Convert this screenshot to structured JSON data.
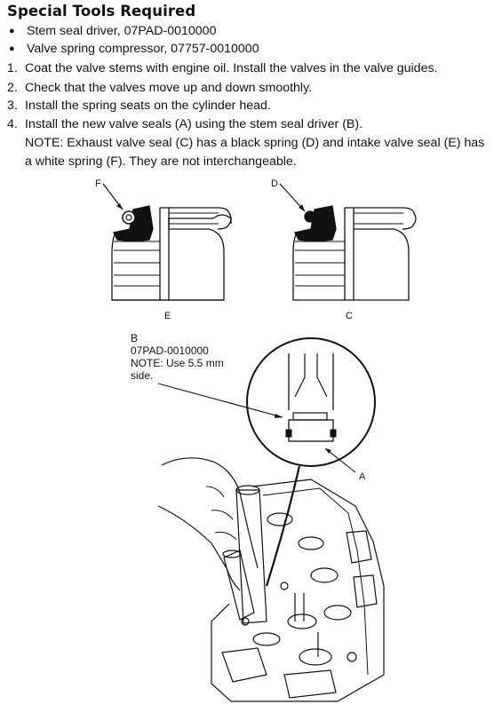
{
  "title": "Special Tools Required",
  "tools": [
    "Stem seal driver, 07PAD-0010000",
    "Valve spring compressor, 07757-0010000"
  ],
  "steps": [
    {
      "num": "1.",
      "text": "Coat the valve stems with engine oil. Install the valves in the valve guides."
    },
    {
      "num": "2.",
      "text": "Check that the valves move up and down smoothly."
    },
    {
      "num": "3.",
      "text": "Install the spring seats on the cylinder head."
    },
    {
      "num": "4.",
      "text": "Install the new valve seals (A) using the stem seal driver (B)."
    }
  ],
  "note_line1": "NOTE: Exhaust valve seal (C) has a black spring (D) and intake valve seal (E) has",
  "note_line2": "a white spring (F). They are not interchangeable.",
  "figure": {
    "label_f": "F",
    "label_d": "D",
    "label_e": "E",
    "label_c": "C",
    "label_a": "A",
    "callout_b": "B",
    "callout_part": "07PAD-0010000",
    "callout_note1": "NOTE: Use 5.5 mm",
    "callout_note2": "side."
  }
}
